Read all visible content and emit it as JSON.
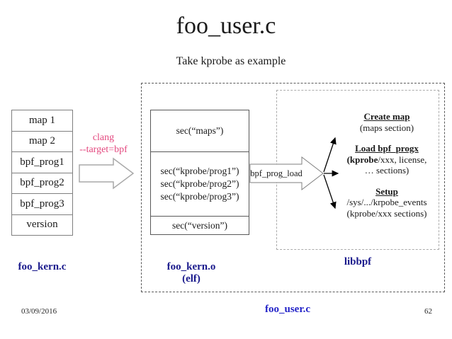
{
  "title": "foo_user.c",
  "subtitle": "Take kprobe as example",
  "colors": {
    "accent_pink": "#e3477e",
    "label_navy": "#1a1a8c",
    "footer_blue": "#2323c8",
    "box_border_gray": "#7f7f7f",
    "dashed_outer": "#5a5a5a",
    "dashed_inner": "#ababab"
  },
  "left_stack": {
    "rows": [
      "map 1",
      "map 2",
      "bpf_prog1",
      "bpf_prog2",
      "bpf_prog3",
      "version"
    ],
    "label": "foo_kern.c"
  },
  "clang": {
    "line1": "clang",
    "line2": "--target=bpf"
  },
  "elf_box": {
    "maps_section": "sec(“maps”)",
    "prog_sections": [
      "sec(“kprobe/prog1”)",
      "sec(“kprobe/prog2”)",
      "sec(“kprobe/prog3”)"
    ],
    "version_section": "sec(“version”)",
    "label_line1": "foo_kern.o",
    "label_line2": "(elf)"
  },
  "loader": {
    "arrow_label": "bpf_prog_load"
  },
  "libbpf": {
    "label": "libbpf",
    "create_map": {
      "heading": "Create map",
      "detail": "(maps section)"
    },
    "load_prog": {
      "heading": "Load bpf_progx",
      "detail_bold": "(kprobe",
      "detail_rest": "/xxx, license,",
      "detail_line2": "… sections)"
    },
    "setup": {
      "heading": "Setup",
      "detail_line1": "/sys/.../krpobe_events",
      "detail_line2": "(kprobe/xxx sections)"
    }
  },
  "footer": {
    "date": "03/09/2016",
    "title": "foo_user.c",
    "page": "62"
  }
}
